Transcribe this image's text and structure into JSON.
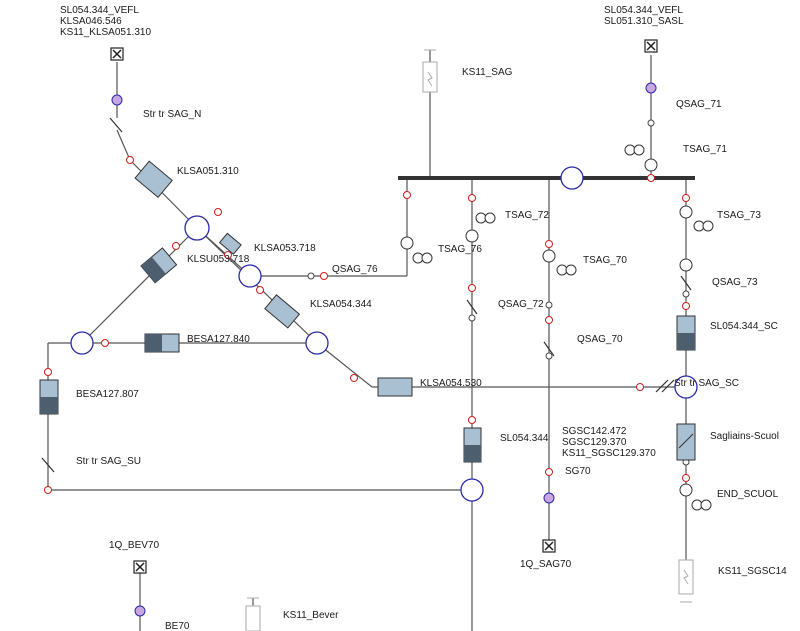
{
  "colors": {
    "node": "#2a2aa8",
    "breaker": "#d01e1e",
    "line_body": "#a9bfd2",
    "bus": "#333333"
  },
  "labels": {
    "top_left_1": "SL054.344_VEFL",
    "top_left_2": "KLSA046.546",
    "top_left_3": "KS11_KLSA051.310",
    "top_right_1": "SL054.344_VEFL",
    "top_right_2": "SL051.310_SASL",
    "ks11_sag": "KS11_SAG",
    "strtr_sag_n": "Str tr SAG_N",
    "qsag_71": "QSAG_71",
    "tsag_71": "TSAG_71",
    "klsa051": "KLSA051.310",
    "tsag_72": "TSAG_72",
    "tsag_73": "TSAG_73",
    "klsa053": "KLSA053.718",
    "klsu053": "KLSU053.718",
    "tsag_76": "TSAG_76",
    "tsag_70": "TSAG_70",
    "qsag_76": "QSAG_76",
    "qsag_73": "QSAG_73",
    "klsa054_344": "KLSA054.344",
    "qsag_72": "QSAG_72",
    "sl054_sc": "SL054.344_SC",
    "besa127_840": "BESA127.840",
    "qsag_70": "QSAG_70",
    "besa127_807": "BESA127.807",
    "klsa054_530": "KLSA054.530",
    "strtr_sag_sc": "Str tr SAG_SC",
    "sl054_344": "SL054.344",
    "sgsc142": "SGSC142.472",
    "sgsc129": "SGSC129.370",
    "ks11_sgsc129": "KS11_SGSC129.370",
    "sagliains": "Sagliains-Scuol",
    "strtr_sag_su": "Str tr SAG_SU",
    "sg70": "SG70",
    "end_scuol": "END_SCUOL",
    "q1_bev70": "1Q_BEV70",
    "q1_sag70": "1Q_SAG70",
    "ks11_sgsc14": "KS11_SGSC14",
    "ks11_bever": "KS11_Bever",
    "be70": "BE70"
  }
}
